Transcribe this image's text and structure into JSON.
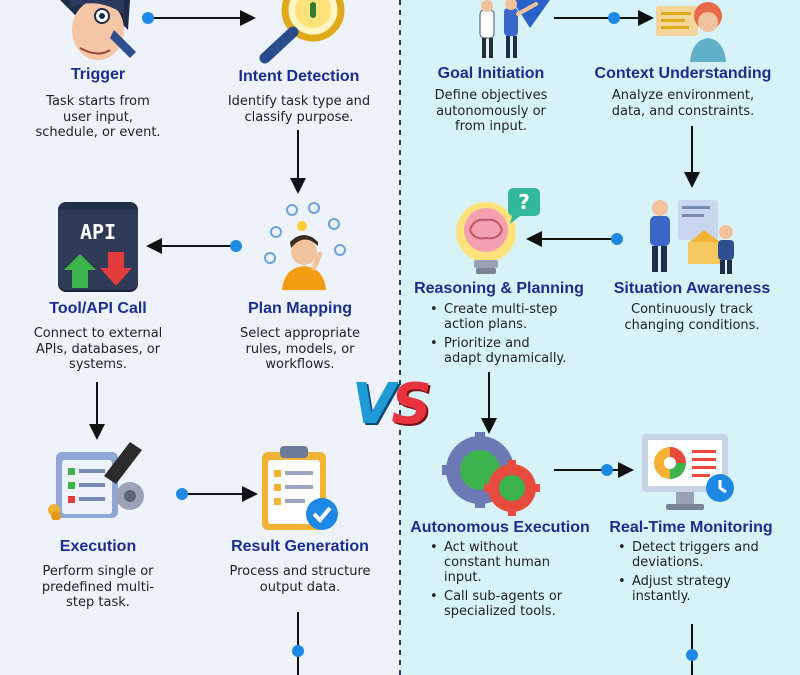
{
  "vs_text": {
    "v": "V",
    "s": "S"
  },
  "left": {
    "trigger": {
      "title": "Trigger",
      "desc": "Task starts from\nuser input,\nschedule, or event."
    },
    "intent": {
      "title": "Intent Detection",
      "desc": "Identify task type and\nclassify purpose."
    },
    "tool": {
      "title": "Tool/API Call",
      "desc": "Connect to external\nAPIs, databases, or\nsystems.",
      "icon_text": "API"
    },
    "plan": {
      "title": "Plan Mapping",
      "desc": "Select appropriate\nrules, models, or\nworkflows."
    },
    "execution": {
      "title": "Execution",
      "desc": "Perform single or\npredefined multi-\nstep task."
    },
    "result": {
      "title": "Result Generation",
      "desc": "Process and structure\noutput data."
    }
  },
  "right": {
    "goal": {
      "title": "Goal Initiation",
      "desc": "Define objectives\nautonomously or\nfrom input."
    },
    "context": {
      "title": "Context Understanding",
      "desc": "Analyze environment,\ndata, and constraints."
    },
    "reasoning": {
      "title": "Reasoning & Planning",
      "bullets": [
        "Create multi-step\naction plans.",
        "Prioritize and\nadapt dynamically."
      ]
    },
    "situation": {
      "title": "Situation Awareness",
      "desc": "Continuously track\nchanging conditions."
    },
    "autonomous": {
      "title": "Autonomous Execution",
      "bullets": [
        "Act without\nconstant human\ninput.",
        "Call sub-agents or\nspecialized tools."
      ]
    },
    "monitoring": {
      "title": "Real-Time Monitoring",
      "bullets": [
        "Detect triggers and\ndeviations.",
        "Adjust strategy\ninstantly."
      ]
    }
  },
  "colors": {
    "title": "#1b2e8f",
    "arrow": "#111111",
    "dot": "#1e88e5",
    "left_bg": "#eef2fb",
    "right_bg": "#d7f3f8"
  }
}
